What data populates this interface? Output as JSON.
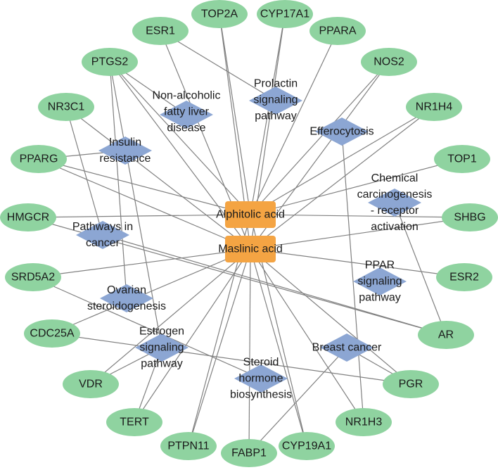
{
  "colors": {
    "gene_fill": "#8fd3a0",
    "pathway_fill": "#8ca6d3",
    "compound_fill": "#f4a443",
    "edge": "#808080",
    "text": "#1a1a1a"
  },
  "compounds": [
    {
      "id": "alphitolic",
      "label": "Alphitolic acid"
    },
    {
      "id": "maslinic",
      "label": "Maslinic acid"
    }
  ],
  "genes": [
    {
      "id": "TOP2A",
      "label": "TOP2A"
    },
    {
      "id": "CYP17A1",
      "label": "CYP17A1"
    },
    {
      "id": "ESR1",
      "label": "ESR1"
    },
    {
      "id": "PPARA",
      "label": "PPARA"
    },
    {
      "id": "PTGS2",
      "label": "PTGS2"
    },
    {
      "id": "NOS2",
      "label": "NOS2"
    },
    {
      "id": "NR3C1",
      "label": "NR3C1"
    },
    {
      "id": "NR1H4",
      "label": "NR1H4"
    },
    {
      "id": "PPARG",
      "label": "PPARG"
    },
    {
      "id": "TOP1",
      "label": "TOP1"
    },
    {
      "id": "HMGCR",
      "label": "HMGCR"
    },
    {
      "id": "SHBG",
      "label": "SHBG"
    },
    {
      "id": "SRD5A2",
      "label": "SRD5A2"
    },
    {
      "id": "ESR2",
      "label": "ESR2"
    },
    {
      "id": "CDC25A",
      "label": "CDC25A"
    },
    {
      "id": "AR",
      "label": "AR"
    },
    {
      "id": "VDR",
      "label": "VDR"
    },
    {
      "id": "PGR",
      "label": "PGR"
    },
    {
      "id": "TERT",
      "label": "TERT"
    },
    {
      "id": "NR1H3",
      "label": "NR1H3"
    },
    {
      "id": "PTPN11",
      "label": "PTPN11"
    },
    {
      "id": "FABP1",
      "label": "FABP1"
    },
    {
      "id": "CYP19A1",
      "label": "CYP19A1"
    }
  ],
  "pathways": [
    {
      "id": "prolactin",
      "lines": [
        "Prolactin",
        "signaling",
        "pathway"
      ]
    },
    {
      "id": "nafld",
      "lines": [
        "Non-alcoholic",
        "fatty liver",
        "disease"
      ]
    },
    {
      "id": "efferocytosis",
      "lines": [
        "Efferocytosis"
      ]
    },
    {
      "id": "insulin",
      "lines": [
        "Insulin",
        "resistance"
      ]
    },
    {
      "id": "chemcarc",
      "lines": [
        "Chemical",
        "carcinogenesis",
        "- receptor",
        "activation"
      ]
    },
    {
      "id": "cancer",
      "lines": [
        "Pathways in",
        "cancer"
      ]
    },
    {
      "id": "ppar",
      "lines": [
        "PPAR",
        "signaling",
        "pathway"
      ]
    },
    {
      "id": "ovarian",
      "lines": [
        "Ovarian",
        "steroidogenesis"
      ]
    },
    {
      "id": "estrogen",
      "lines": [
        "Estrogen",
        "signaling",
        "pathway"
      ]
    },
    {
      "id": "breast",
      "lines": [
        "Breast cancer"
      ]
    },
    {
      "id": "steroid",
      "lines": [
        "Steroid",
        "hormone",
        "biosynthesis"
      ]
    }
  ],
  "edges": [
    [
      "alphitolic",
      "TOP2A"
    ],
    [
      "maslinic",
      "TOP2A"
    ],
    [
      "alphitolic",
      "CYP17A1"
    ],
    [
      "maslinic",
      "CYP17A1"
    ],
    [
      "maslinic",
      "ESR1"
    ],
    [
      "alphitolic",
      "PPARA"
    ],
    [
      "alphitolic",
      "PTGS2"
    ],
    [
      "maslinic",
      "PTGS2"
    ],
    [
      "alphitolic",
      "NOS2"
    ],
    [
      "maslinic",
      "NOS2"
    ],
    [
      "maslinic",
      "NR3C1"
    ],
    [
      "alphitolic",
      "NR1H4"
    ],
    [
      "maslinic",
      "NR1H4"
    ],
    [
      "alphitolic",
      "PPARG"
    ],
    [
      "maslinic",
      "PPARG"
    ],
    [
      "alphitolic",
      "TOP1"
    ],
    [
      "alphitolic",
      "HMGCR"
    ],
    [
      "alphitolic",
      "SHBG"
    ],
    [
      "maslinic",
      "SHBG"
    ],
    [
      "maslinic",
      "SRD5A2"
    ],
    [
      "maslinic",
      "ESR2"
    ],
    [
      "maslinic",
      "CDC25A"
    ],
    [
      "maslinic",
      "VDR"
    ],
    [
      "maslinic",
      "PGR"
    ],
    [
      "maslinic",
      "TERT"
    ],
    [
      "maslinic",
      "NR1H3"
    ],
    [
      "alphitolic",
      "PTPN11"
    ],
    [
      "maslinic",
      "PTPN11"
    ],
    [
      "maslinic",
      "FABP1"
    ],
    [
      "alphitolic",
      "CYP19A1"
    ],
    [
      "maslinic",
      "CYP19A1"
    ],
    [
      "ESR1",
      "prolactin"
    ],
    [
      "PTGS2",
      "nafld"
    ],
    [
      "PTGS2",
      "estrogen"
    ],
    [
      "PTGS2",
      "ovarian"
    ],
    [
      "NR3C1",
      "cancer"
    ],
    [
      "PPARG",
      "insulin"
    ],
    [
      "HMGCR",
      "AR"
    ],
    [
      "SRD5A2",
      "steroid"
    ],
    [
      "CDC25A",
      "PGR"
    ],
    [
      "AR",
      "cancer"
    ],
    [
      "AR",
      "chemcarc"
    ],
    [
      "PGR",
      "breast"
    ],
    [
      "NR1H3",
      "efferocytosis"
    ],
    [
      "FABP1",
      "breast"
    ],
    [
      "TERT",
      "estrogen"
    ],
    [
      "VDR",
      "estrogen"
    ]
  ]
}
